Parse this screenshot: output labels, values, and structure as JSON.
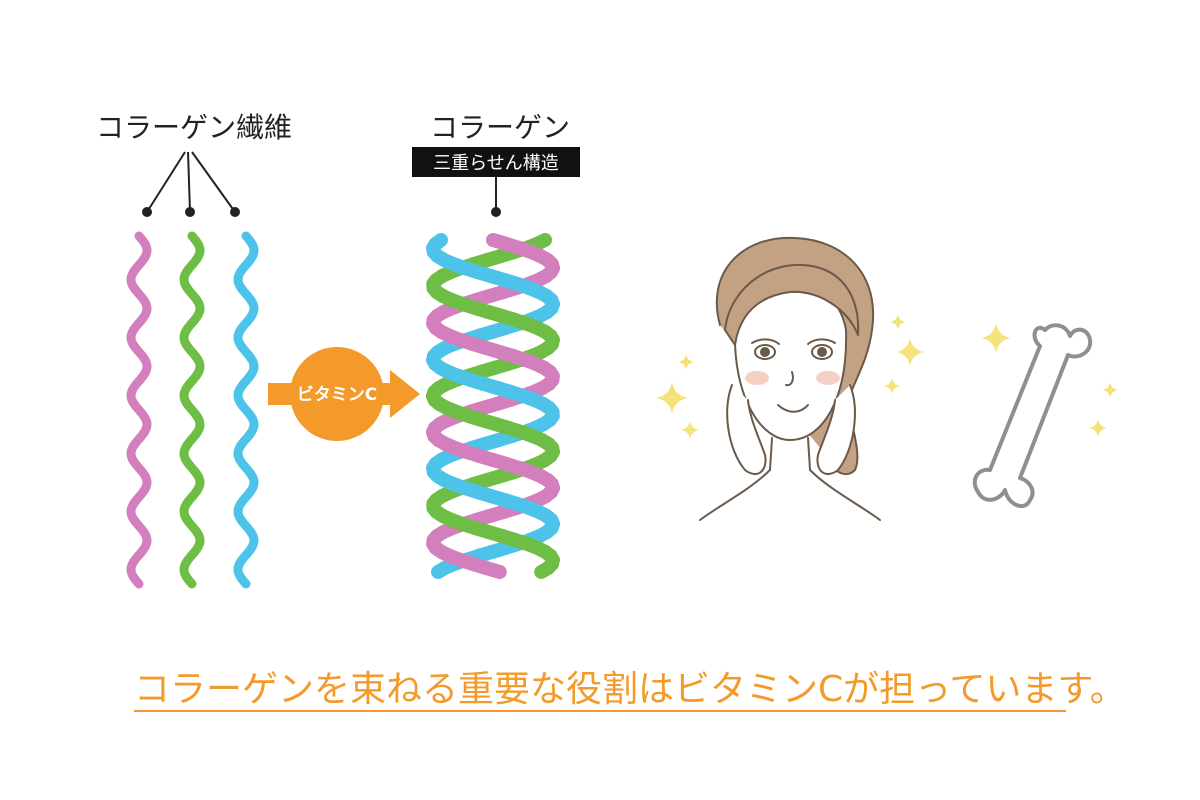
{
  "labels": {
    "collagen_fiber": "コラーゲン繊維",
    "collagen": "コラーゲン",
    "triple_helix": "三重らせん構造",
    "vitamin_c": "ビタミンC"
  },
  "caption": "コラーゲンを束ねる重要な役割はビタミンCが担っています。",
  "icons": [
    "woman-face-icon",
    "sparkle-icon",
    "bone-icon",
    "arrow-icon"
  ],
  "colors": {
    "strand_pink": "#d47fbd",
    "strand_green": "#6ebd45",
    "strand_blue": "#4ec3ea",
    "accent_orange": "#f39a2a",
    "sparkle_yellow": "#f6e27a",
    "hair_brown": "#c2a283"
  }
}
